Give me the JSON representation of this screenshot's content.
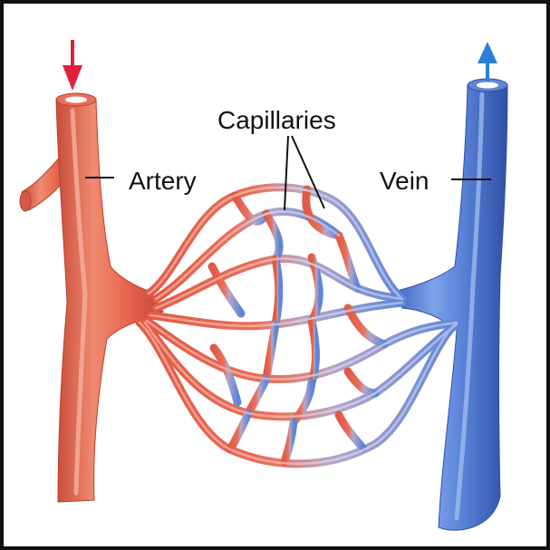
{
  "labels": {
    "capillaries": "Capillaries",
    "artery": "Artery",
    "vein": "Vein"
  },
  "colors": {
    "artery": "#e86450",
    "artery_dark": "#c64034",
    "vein": "#5a84d8",
    "vein_dark": "#3658b0",
    "arrow_in": "#e3203c",
    "arrow_out": "#2b7fd8",
    "leader": "#111111"
  }
}
